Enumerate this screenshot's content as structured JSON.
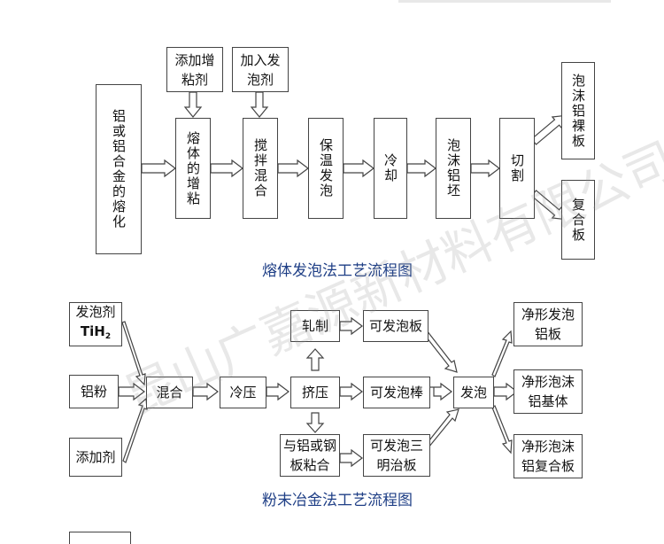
{
  "diagram1": {
    "caption": "熔体发泡法工艺流程图",
    "nodes": {
      "melt": "铝或铝合金的熔化",
      "add_thickener": "添加增粘剂",
      "add_foaming": "加入发泡剂",
      "thicken": "熔体的增粘",
      "stir": "搅拌混合",
      "hold": "保温发泡",
      "cool": "冷却",
      "blank": "泡沫铝坯",
      "cut": "切割",
      "bare_plate": "泡沫铝裸板",
      "composite": "复合板"
    }
  },
  "diagram2": {
    "caption": "粉末冶金法工艺流程图",
    "nodes": {
      "foam_agent_line1": "发泡剂",
      "foam_agent_formula": "TiH",
      "foam_agent_sub": "2",
      "al_powder": "铝粉",
      "additive": "添加剂",
      "mix": "混合",
      "cold_press": "冷压",
      "extrude": "挤压",
      "roll": "轧制",
      "bond_line1": "与铝或钢",
      "bond_line2": "板粘合",
      "foam_plate": "可发泡板",
      "foam_rod": "可发泡棒",
      "sandwich_line1": "可发泡三",
      "sandwich_line2": "明治板",
      "foaming": "发泡",
      "net_plate_line1": "净形发泡",
      "net_plate_line2": "铝板",
      "net_base_line1": "净形泡沫",
      "net_base_line2": "铝基体",
      "net_comp_line1": "净形泡沫",
      "net_comp_line2": "铝复合板"
    }
  },
  "watermark": "昆山广嘉源新材料有限公司"
}
